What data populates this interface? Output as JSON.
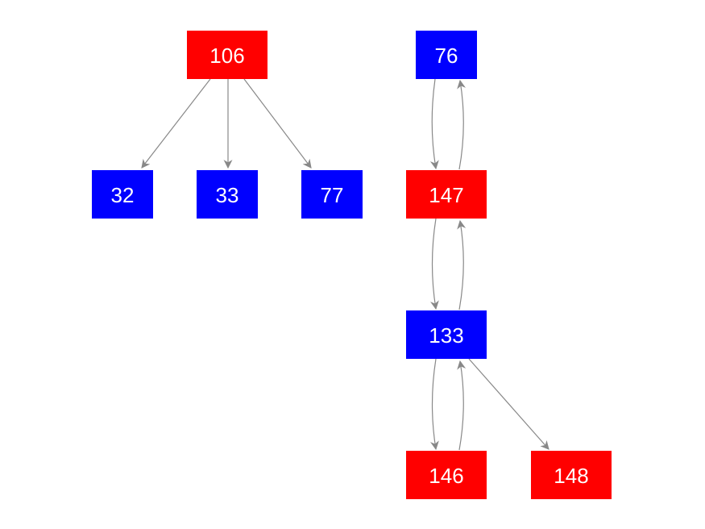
{
  "graph": {
    "colors": {
      "red": "#ff0000",
      "blue": "#0000ff",
      "edge": "#888888",
      "label": "#ffffff"
    },
    "nodes": [
      {
        "id": "106",
        "label": "106",
        "color": "red"
      },
      {
        "id": "32",
        "label": "32",
        "color": "blue"
      },
      {
        "id": "33",
        "label": "33",
        "color": "blue"
      },
      {
        "id": "77",
        "label": "77",
        "color": "blue"
      },
      {
        "id": "76",
        "label": "76",
        "color": "blue"
      },
      {
        "id": "147",
        "label": "147",
        "color": "red"
      },
      {
        "id": "133",
        "label": "133",
        "color": "blue"
      },
      {
        "id": "146",
        "label": "146",
        "color": "red"
      },
      {
        "id": "148",
        "label": "148",
        "color": "red"
      }
    ],
    "edges": [
      {
        "from": "106",
        "to": "32"
      },
      {
        "from": "106",
        "to": "33"
      },
      {
        "from": "106",
        "to": "77"
      },
      {
        "from": "76",
        "to": "147"
      },
      {
        "from": "147",
        "to": "76"
      },
      {
        "from": "147",
        "to": "133"
      },
      {
        "from": "133",
        "to": "147"
      },
      {
        "from": "133",
        "to": "146"
      },
      {
        "from": "146",
        "to": "133"
      },
      {
        "from": "133",
        "to": "148"
      }
    ]
  }
}
